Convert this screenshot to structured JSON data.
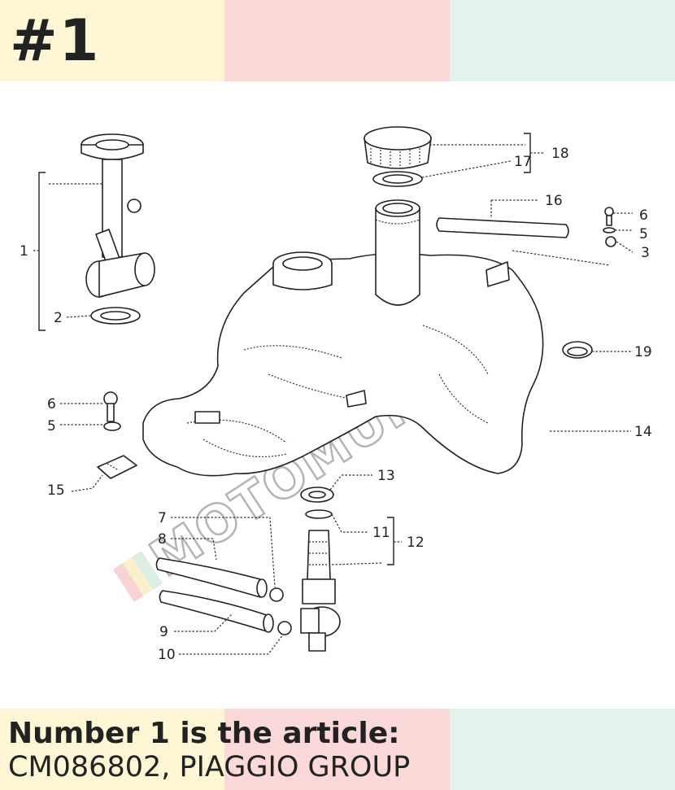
{
  "header": {
    "badge": "#1"
  },
  "diagram": {
    "callouts": {
      "c1": "1",
      "c2": "2",
      "c3": "3",
      "c4": "5",
      "c5": "6",
      "c6": "6",
      "c7": "5",
      "c8": "7",
      "c9": "8",
      "c10": "9",
      "c11": "10",
      "c12": "11",
      "c13": "12",
      "c14": "13",
      "c15": "14",
      "c16": "15",
      "c17": "16",
      "c18": "17",
      "c19": "18",
      "c20": "19"
    },
    "watermark": "MOTOMURCIA"
  },
  "caption": {
    "title": "Number 1 is the article:",
    "subtitle": "CM086802, PIAGGIO GROUP"
  },
  "colors": {
    "band_yellow": "#fff6d6",
    "band_pink": "#fbd9d9",
    "band_mint": "#e2f3ec",
    "text": "#222222"
  }
}
